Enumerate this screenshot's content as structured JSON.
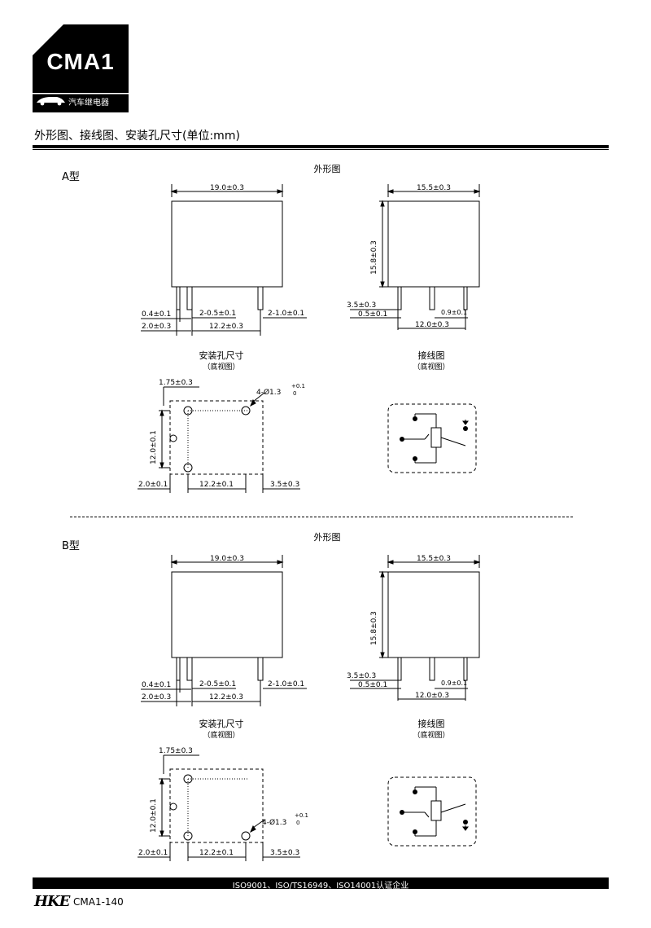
{
  "header": {
    "model": "CMA1",
    "category": "汽车继电器"
  },
  "section_title": "外形图、接线图、安装孔尺寸(单位:mm)",
  "headings": {
    "outline": "外形图",
    "mounting": "安装孔尺寸",
    "bottom_view": "（底视图）",
    "wiring": "接线图"
  },
  "types": [
    {
      "label": "A型"
    },
    {
      "label": "B型"
    }
  ],
  "dims": {
    "front_width": "19.0±0.3",
    "pin_width": "0.4±0.1",
    "pin_offset": "2.0±0.3",
    "pin_gap_small": "2-0.5±0.1",
    "pin_gap_large": "2-1.0±0.1",
    "pin_span": "12.2±0.3",
    "side_width": "15.5±0.3",
    "side_height": "15.8±0.3",
    "side_pin_len": "3.5±0.3",
    "side_pin_w": "0.5±0.1",
    "side_pin_w2": "0.9±0.1",
    "side_pin_span": "12.0±0.3",
    "hole_top_offset": "1.75±0.3",
    "hole_spec": "4-Ø1.3",
    "hole_tol_up": "+0.1",
    "hole_tol_low": "0",
    "hole_height": "12.0±0.1",
    "hole_left": "2.0±0.1",
    "hole_span": "12.2±0.1",
    "hole_right": "3.5±0.3"
  },
  "footer": {
    "certifications": "ISO9001、ISO/TS16949、ISO14001认证企业",
    "brand": "HKE",
    "doc_code": "CMA1-140"
  },
  "colors": {
    "ink": "#000000",
    "paper": "#ffffff"
  }
}
